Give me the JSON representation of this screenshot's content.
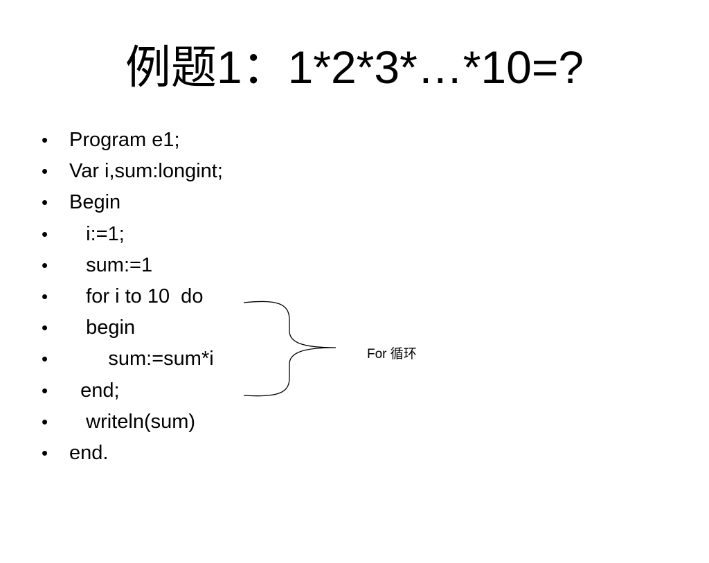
{
  "slide": {
    "title": "例题1：1*2*3*…*10=?",
    "bullet_glyph": "•",
    "code_lines": [
      "Program e1;",
      "Var i,sum:longint;",
      "Begin",
      "   i:=1;",
      "   sum:=1",
      "   for i to 10  do",
      "   begin",
      "       sum:=sum*i",
      "  end;",
      "   writeln(sum)",
      "end."
    ],
    "annotation": "For 循环"
  }
}
